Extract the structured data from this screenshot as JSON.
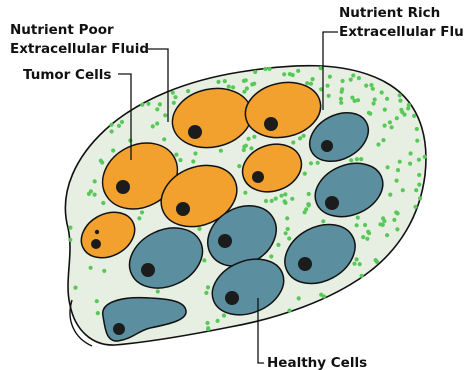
{
  "labels": {
    "nutrient_poor_line1": "Nutrient Poor",
    "nutrient_poor_line2": "Extracellular Fluid",
    "nutrient_rich_line1": "Nutrient Rich",
    "nutrient_rich_line2": "Extracellular Fluid",
    "tumor_cells": "Tumor Cells",
    "healthy_cells": "Healthy Cells"
  },
  "colors": {
    "tissue_fill": "#e6efe2",
    "outline": "#111111",
    "tumor_cell": "#f2a12e",
    "healthy_cell": "#5b8f9f",
    "nucleus": "#1c1c1c",
    "nutrient_dot": "#58c858"
  }
}
